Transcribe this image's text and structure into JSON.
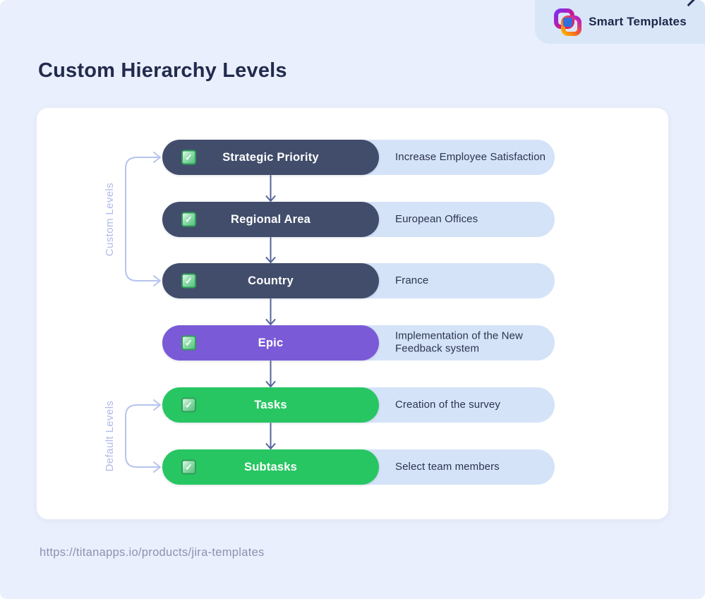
{
  "brand": {
    "name": "Smart Templates",
    "logo_icon": "smart-templates-logo"
  },
  "title": "Custom Hierarchy Levels",
  "diagram": {
    "group_labels": [
      "Custom Levels",
      "Default Levels"
    ],
    "rows": [
      {
        "label": "Strategic Priority",
        "caption": "Increase Employee Satisfaction",
        "color": "#414d6b",
        "checkbox_state": "checked"
      },
      {
        "label": "Regional Area",
        "caption": "European Offices",
        "color": "#414d6b",
        "checkbox_state": "checked"
      },
      {
        "label": "Country",
        "caption": "France",
        "color": "#414d6b",
        "checkbox_state": "checked"
      },
      {
        "label": "Epic",
        "caption": "Implementation of the New Feedback system",
        "color": "#7a5ad6",
        "checkbox_state": "checked"
      },
      {
        "label": "Tasks",
        "caption": "Creation of the survey",
        "color": "#27c662",
        "checkbox_state": "checked"
      },
      {
        "label": "Subtasks",
        "caption": "Select team members",
        "color": "#27c662",
        "checkbox_state": "checked"
      }
    ],
    "checkmark_glyph": "✓"
  },
  "footer": {
    "url": "https://titanapps.io/products/jira-templates"
  },
  "colors": {
    "page_background": "#e9effc",
    "badge_background": "#d9e6f8",
    "card_background": "#ffffff",
    "dark_level": "#414d6b",
    "purple_level": "#7a5ad6",
    "green_level": "#27c662",
    "caption_pill": "#d5e3f8",
    "arrow": "#55659b",
    "bracket": "#b6c3ee",
    "title_text": "#222b4d",
    "url_text": "#8d93b0",
    "checkbox_green": "#2e9e57"
  }
}
